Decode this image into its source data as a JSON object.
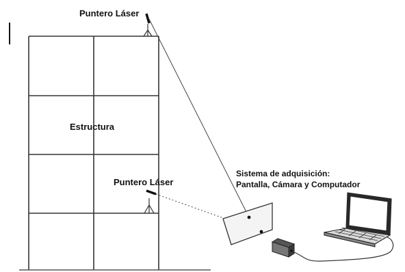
{
  "labels": {
    "laser_top": "Puntero Láser",
    "structure": "Estructura",
    "laser_mid": "Puntero Láser",
    "acquisition_title": "Sistema de adquisición:",
    "acquisition_components": "Pantalla, Cámara y Computador"
  },
  "icons": {
    "laser_top": "laser-pointer-icon",
    "laser_mid": "laser-pointer-icon",
    "tripod_top": "tripod-icon",
    "tripod_mid": "tripod-icon",
    "screen": "projection-screen-icon",
    "camera": "camera-icon",
    "laptop": "laptop-icon"
  },
  "colors": {
    "line": "#333333",
    "text": "#111111",
    "screen_fill": "#f4f4f4",
    "device_dark": "#2a2a2a"
  }
}
